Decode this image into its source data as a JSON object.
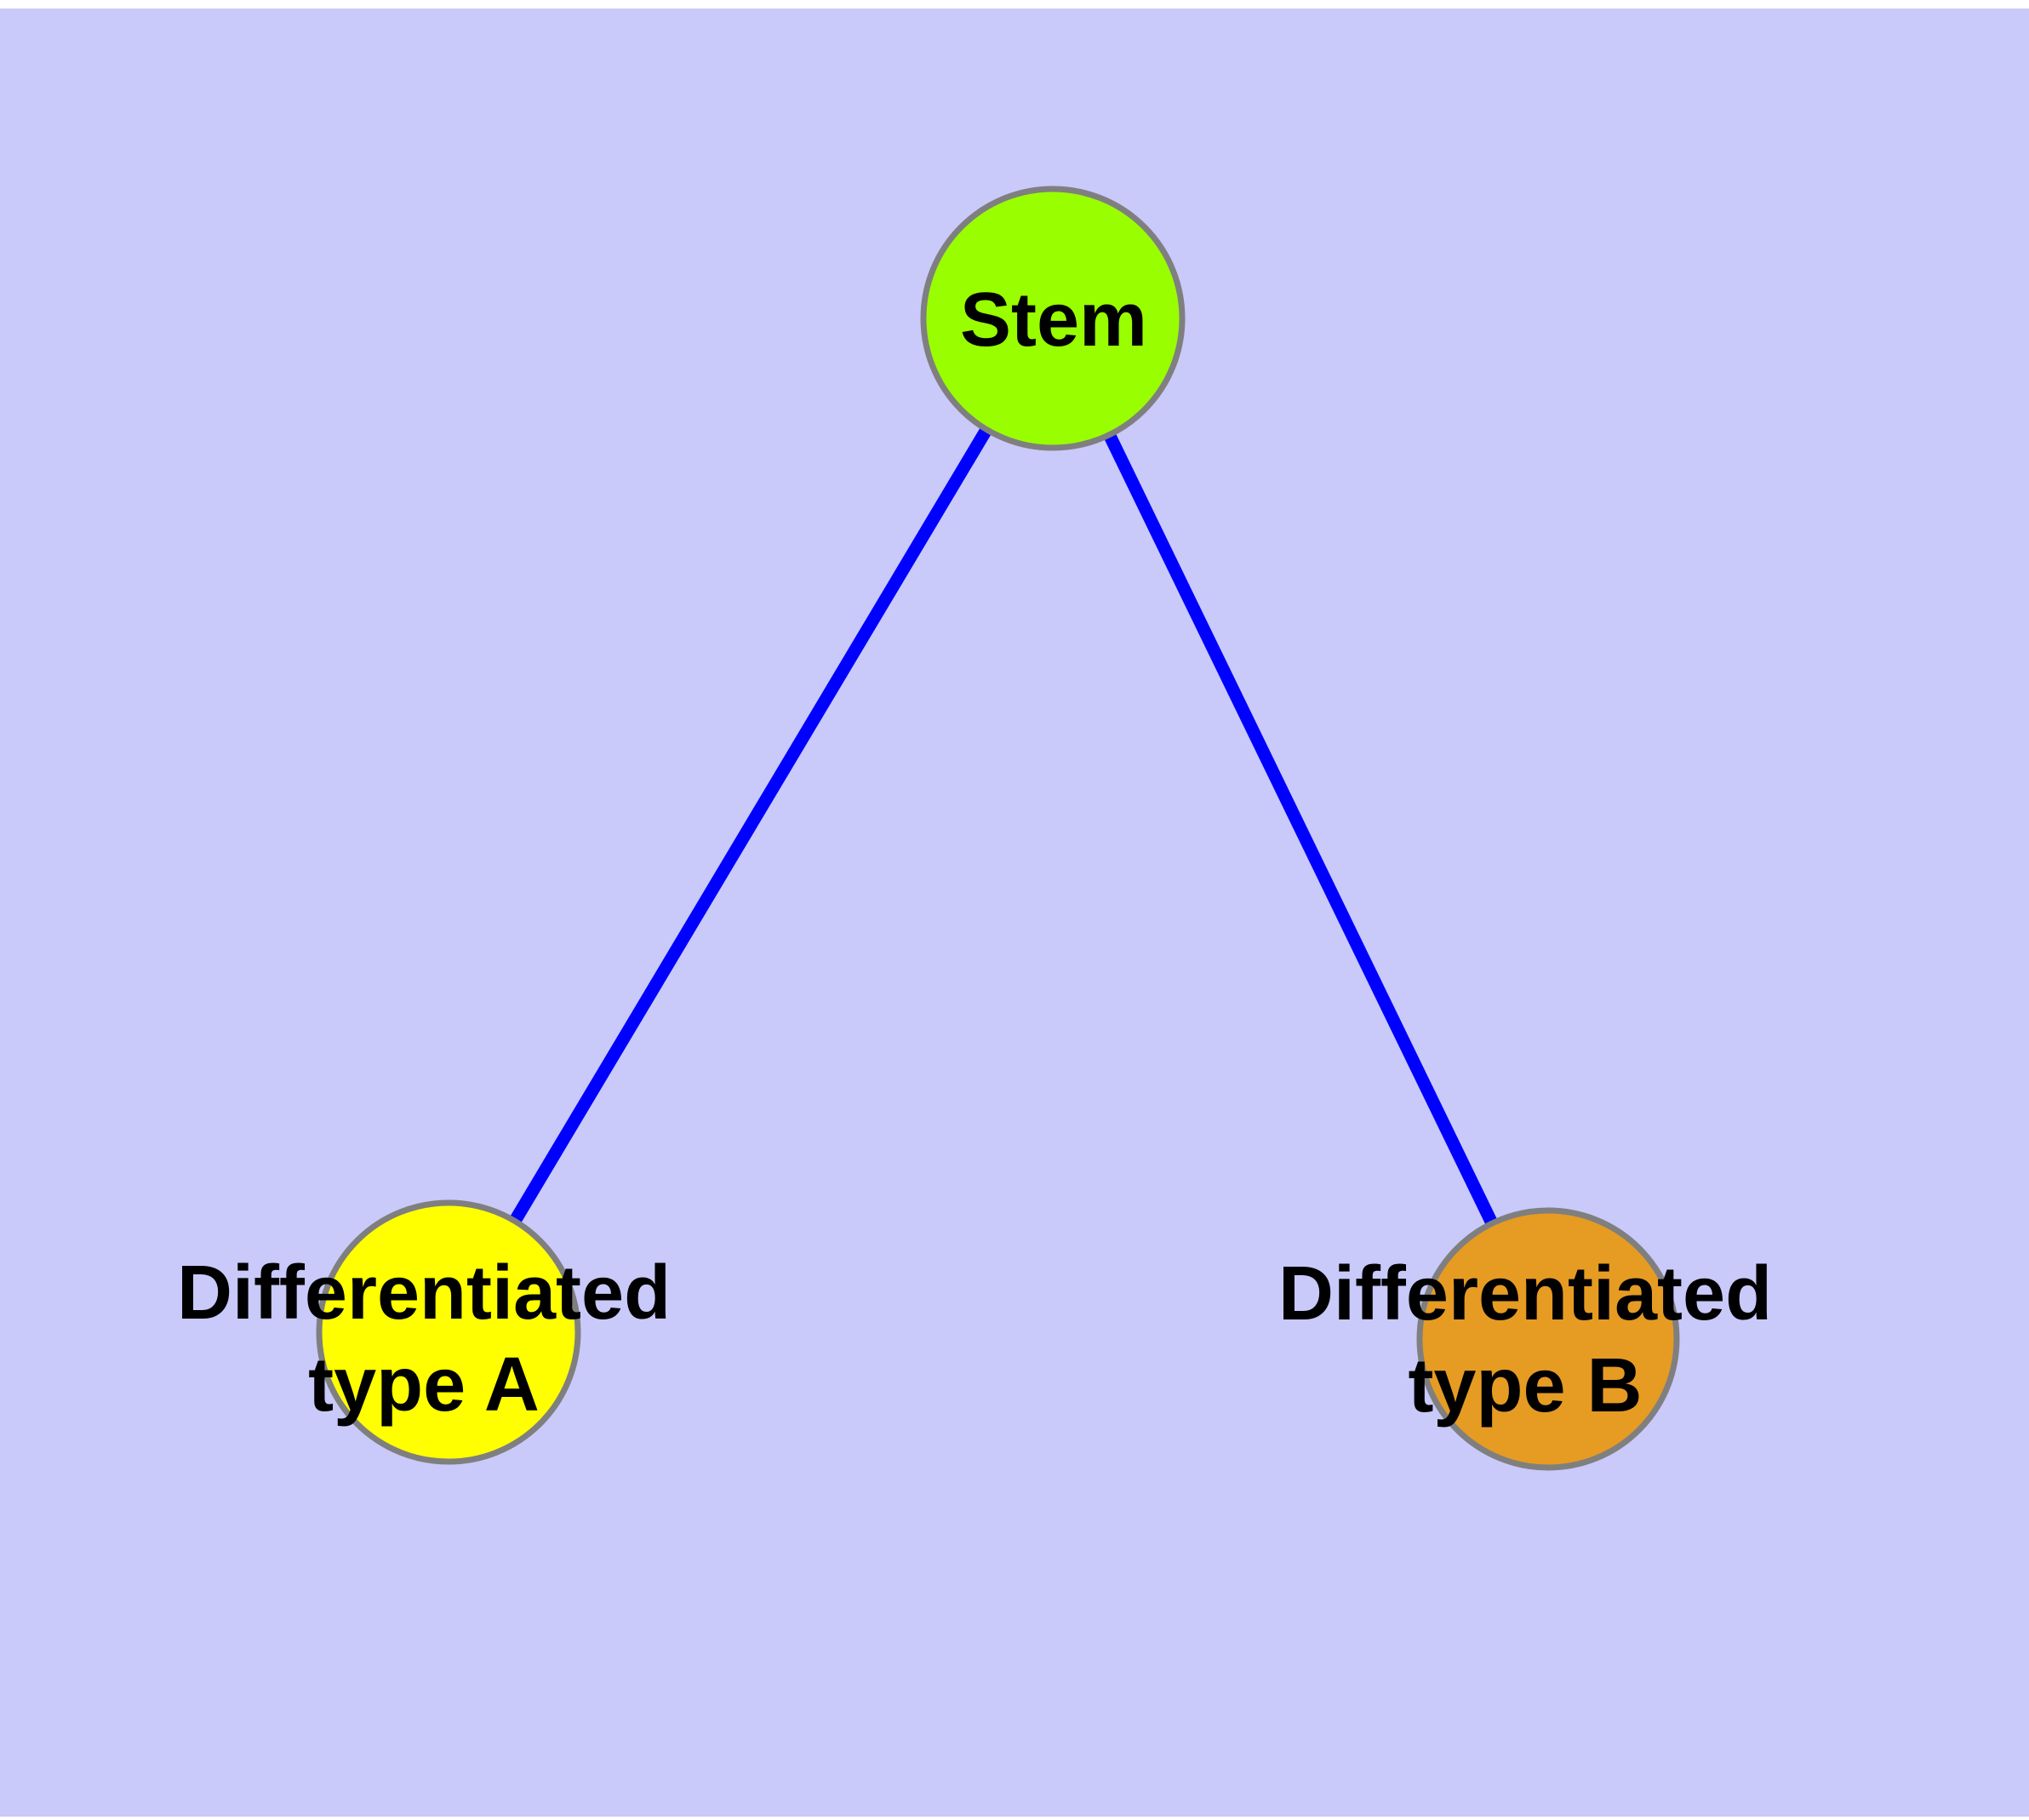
{
  "canvas": {
    "page_color": "#FFFFFF",
    "background_color": "#C9C9FA"
  },
  "graph": {
    "edge_color": "#0000FF",
    "node_border_color": "#7F7F7F",
    "label_color": "#000000",
    "nodes": [
      {
        "id": "stem",
        "label": "Stem",
        "label_lines": [
          "Stem"
        ],
        "fill_color": "#99FF00"
      },
      {
        "id": "differentiated-type-a",
        "label": "Differentiated type A",
        "label_lines": [
          "Differentiated",
          "type A"
        ],
        "fill_color": "#FFFF00"
      },
      {
        "id": "differentiated-type-b",
        "label": "Differentiated type B",
        "label_lines": [
          "Differentiated",
          "type B"
        ],
        "fill_color": "#E69B23"
      }
    ],
    "edges": [
      {
        "from": "stem",
        "to": "differentiated-type-a"
      },
      {
        "from": "stem",
        "to": "differentiated-type-b"
      }
    ]
  }
}
